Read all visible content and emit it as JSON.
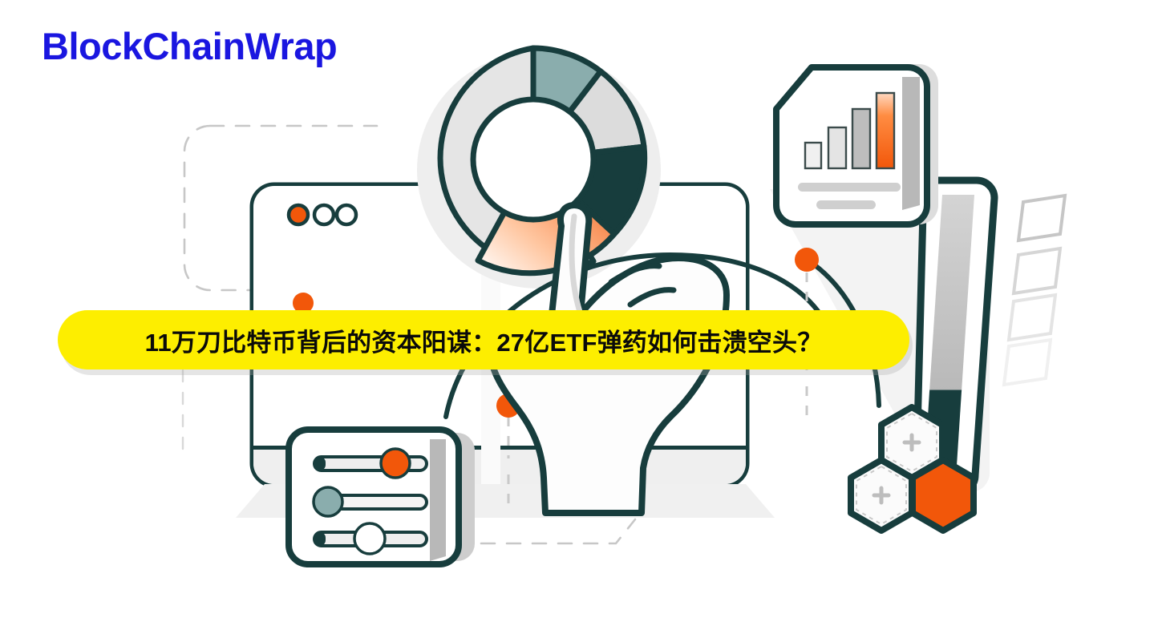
{
  "site": {
    "logo_text": "BlockChainWrap",
    "logo_color": "#1a16e0"
  },
  "banner": {
    "headline": "11万刀比特币背后的资本阳谋：27亿ETF弹药如何击溃空头？",
    "background_color": "#fdee00",
    "text_color": "#0a0a0a"
  },
  "palette": {
    "ink": "#173d3d",
    "orange": "#f2570a",
    "orange_light": "#ff7a33",
    "teal": "#8aadad",
    "grey_light": "#e3e3e3",
    "grey_mid": "#c9c9c9",
    "grey_pale": "#f2f2f2",
    "white": "#ffffff"
  },
  "illustration": {
    "browser_window": {
      "name": "browser-window",
      "dots": [
        {
          "label": "dot-red",
          "fill": "#f2570a"
        },
        {
          "label": "dot-yellow",
          "fill": "#ffffff"
        },
        {
          "label": "dot-green",
          "fill": "#ffffff"
        }
      ]
    },
    "donut_chart": {
      "name": "donut-chart",
      "segments": [
        {
          "label": "segment-grey-large",
          "color": "#e3e3e3",
          "share": 42
        },
        {
          "label": "segment-teal",
          "color": "#8aadad",
          "share": 13
        },
        {
          "label": "segment-grey-small",
          "color": "#dcdcdc",
          "share": 12
        },
        {
          "label": "segment-ink",
          "color": "#173d3d",
          "share": 14
        },
        {
          "label": "segment-orange",
          "color": "#f2570a",
          "share": 19
        }
      ]
    },
    "bar_card": {
      "name": "bar-chart-card",
      "bars": [
        {
          "label": "bar-1",
          "height": 26,
          "color": "#eeeeee"
        },
        {
          "label": "bar-2",
          "height": 46,
          "color": "#e4e4e4"
        },
        {
          "label": "bar-3",
          "height": 70,
          "color": "#bdbdbd"
        },
        {
          "label": "bar-4",
          "height": 95,
          "color": "#f2570a"
        }
      ],
      "placeholder_lines": 2
    },
    "slider_card": {
      "name": "slider-card",
      "sliders": [
        {
          "label": "slider-orange",
          "knob_color": "#f2570a",
          "value": 78
        },
        {
          "label": "slider-teal",
          "knob_color": "#8aadad",
          "value": 10
        },
        {
          "label": "slider-white",
          "knob_color": "#ffffff",
          "value": 48
        }
      ]
    },
    "hexagons": [
      {
        "label": "hexagon-add-top",
        "fill": "#fbfbfb",
        "glyph": "+"
      },
      {
        "label": "hexagon-add-left",
        "fill": "#fbfbfb",
        "glyph": "+"
      },
      {
        "label": "hexagon-active",
        "fill": "#f2570a",
        "glyph": ""
      }
    ],
    "checkbox_stack": {
      "name": "checkbox-stack",
      "count": 4
    },
    "curve_points": [
      {
        "label": "curve-point-right",
        "color": "#f2570a"
      },
      {
        "label": "curve-point-left",
        "color": "#f2570a"
      }
    ],
    "pointer_hand": {
      "name": "pointer-hand"
    }
  }
}
